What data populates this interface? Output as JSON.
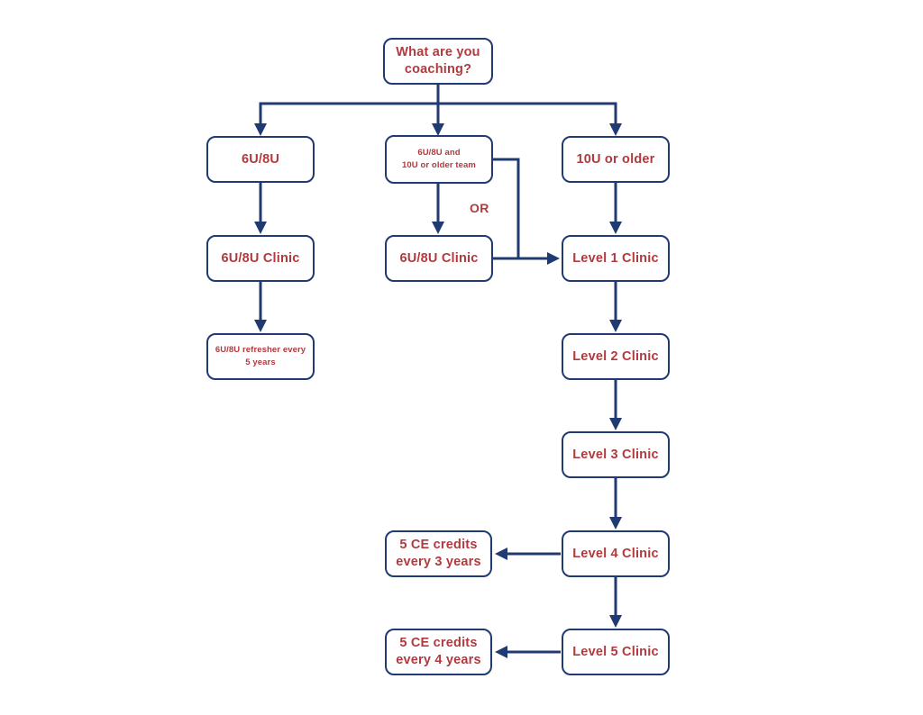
{
  "colors": {
    "navy": "#203a72",
    "red": "#b13a3e",
    "bg": "#ffffff"
  },
  "or_label": "OR",
  "nodes": {
    "root": {
      "lines": [
        "What are you",
        "coaching?"
      ]
    },
    "branch_6u8u": {
      "lines": [
        "6U/8U"
      ]
    },
    "branch_both": {
      "lines": [
        "6U/8U and",
        "10U or older team"
      ]
    },
    "branch_10u": {
      "lines": [
        "10U or older"
      ]
    },
    "clinic_6u8u_left": {
      "lines": [
        "6U/8U Clinic"
      ]
    },
    "clinic_6u8u_mid": {
      "lines": [
        "6U/8U Clinic"
      ]
    },
    "refresher": {
      "lines": [
        "6U/8U refresher every",
        "5 years"
      ]
    },
    "level1": {
      "lines": [
        "Level 1 Clinic"
      ]
    },
    "level2": {
      "lines": [
        "Level 2 Clinic"
      ]
    },
    "level3": {
      "lines": [
        "Level 3 Clinic"
      ]
    },
    "level4": {
      "lines": [
        "Level 4 Clinic"
      ]
    },
    "level5": {
      "lines": [
        "Level 5 Clinic"
      ]
    },
    "ce_3yr": {
      "lines": [
        "5 CE credits",
        "every 3 years"
      ]
    },
    "ce_4yr": {
      "lines": [
        "5 CE credits",
        "every 4 years"
      ]
    }
  },
  "edges": [
    {
      "from": "root",
      "to": "branch_6u8u"
    },
    {
      "from": "root",
      "to": "branch_both"
    },
    {
      "from": "root",
      "to": "branch_10u"
    },
    {
      "from": "branch_6u8u",
      "to": "clinic_6u8u_left"
    },
    {
      "from": "clinic_6u8u_left",
      "to": "refresher"
    },
    {
      "from": "branch_both",
      "to": "clinic_6u8u_mid",
      "label": "OR"
    },
    {
      "from": "branch_both",
      "to": "level1",
      "label": "OR"
    },
    {
      "from": "clinic_6u8u_mid",
      "to": "level1"
    },
    {
      "from": "branch_10u",
      "to": "level1"
    },
    {
      "from": "level1",
      "to": "level2"
    },
    {
      "from": "level2",
      "to": "level3"
    },
    {
      "from": "level3",
      "to": "level4"
    },
    {
      "from": "level4",
      "to": "level5"
    },
    {
      "from": "level4",
      "to": "ce_3yr"
    },
    {
      "from": "level5",
      "to": "ce_4yr"
    }
  ]
}
